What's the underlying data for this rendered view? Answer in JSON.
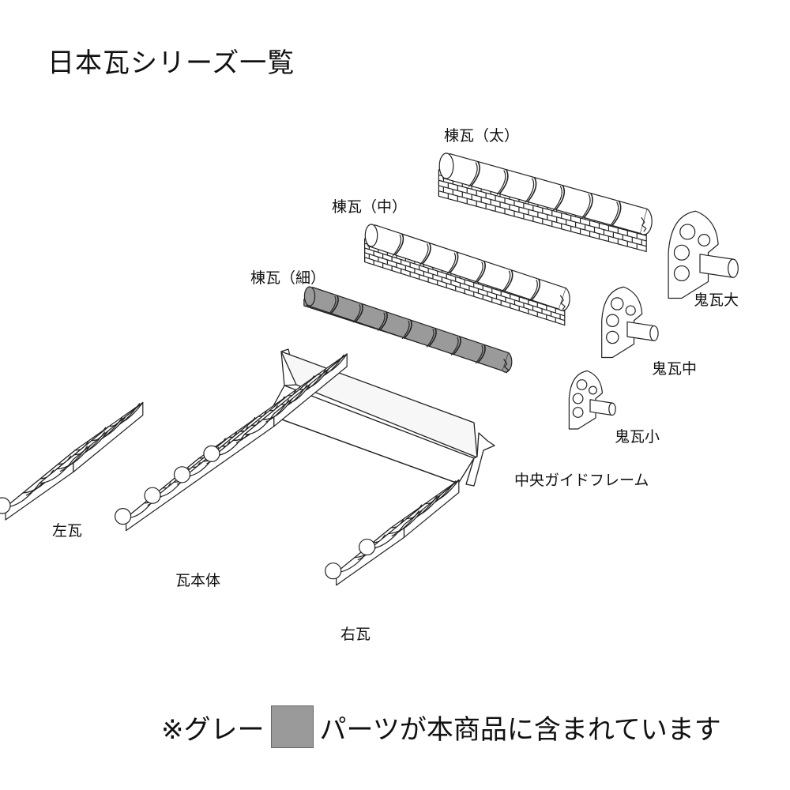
{
  "title": "日本瓦シリーズ一覧",
  "labels": {
    "mune_futo": "棟瓦（太）",
    "mune_naka": "棟瓦（中）",
    "mune_hoso": "棟瓦（細）",
    "oni_dai": "鬼瓦大",
    "oni_chu": "鬼瓦中",
    "oni_sho": "鬼瓦小",
    "guide_frame": "中央ガイドフレーム",
    "hidari": "左瓦",
    "hontai": "瓦本体",
    "migi": "右瓦"
  },
  "note": {
    "prefix": "※グレー",
    "suffix": "パーツが本商品に含まれています"
  },
  "colors": {
    "included_gray": "#9a9a9a",
    "line": "#222222",
    "part_fill": "#ffffff"
  }
}
